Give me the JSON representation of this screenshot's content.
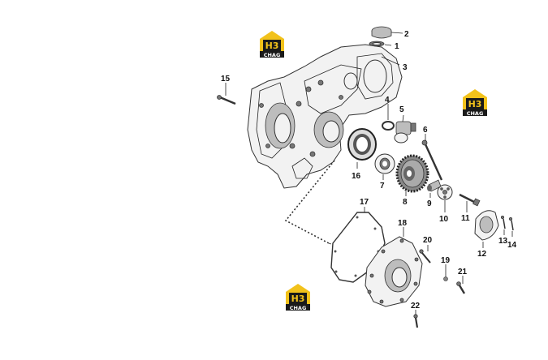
{
  "logo": {
    "mark": "H3",
    "text": "CHAG",
    "colors": {
      "house": "#f2c21b",
      "mark_bg": "#1a1a1a",
      "mark_text": "#f2c21b",
      "text": "#ffffff"
    }
  },
  "callouts": [
    "1",
    "2",
    "3",
    "4",
    "5",
    "6",
    "7",
    "8",
    "9",
    "10",
    "11",
    "12",
    "13",
    "14",
    "15",
    "16",
    "17",
    "18",
    "19",
    "20",
    "21",
    "22"
  ]
}
